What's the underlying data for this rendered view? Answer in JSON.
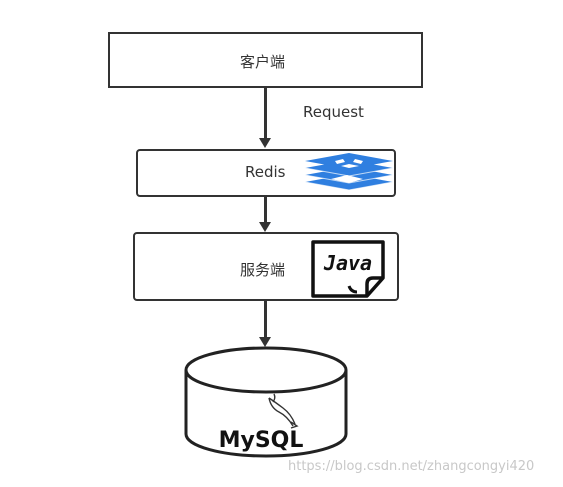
{
  "nodes": {
    "client": {
      "label": "客户端"
    },
    "redis": {
      "label": "Redis"
    },
    "server": {
      "label": "服务端",
      "logo_text": "Java"
    },
    "database": {
      "logo_text": "MySQL"
    }
  },
  "edges": {
    "client_to_redis": {
      "label": "Request"
    }
  },
  "watermark": "https://blog.csdn.net/zhangcongyi420",
  "colors": {
    "redis_icon": "#2f7fe0",
    "stroke": "#333333"
  }
}
